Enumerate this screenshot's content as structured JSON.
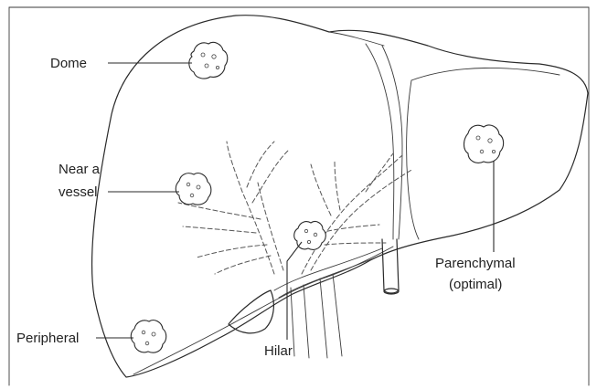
{
  "figure": {
    "labels": {
      "dome": "Dome",
      "near_vessel_line1": "Near a",
      "near_vessel_line2": "vessel",
      "peripheral": "Peripheral",
      "hilar": "Hilar",
      "parenchymal_line1": "Parenchymal",
      "parenchymal_line2": "(optimal)"
    }
  }
}
